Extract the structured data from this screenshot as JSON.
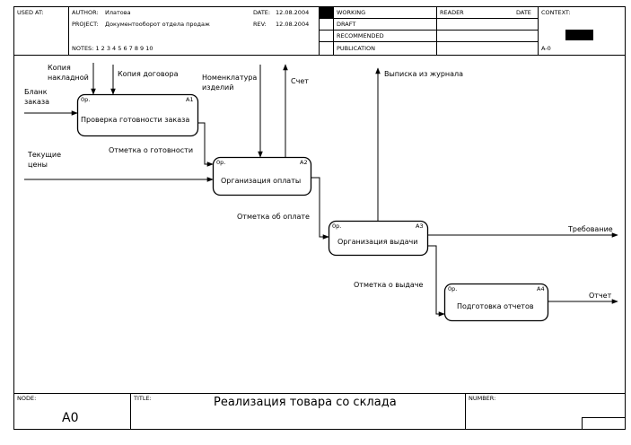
{
  "header": {
    "used_at_label": "USED AT:",
    "author_label": "AUTHOR:",
    "author_value": "Илатова",
    "project_label": "PROJECT:",
    "project_value": "Документооборот отдела продаж",
    "date_label": "DATE:",
    "date_value": "12.08.2004",
    "rev_label": "REV:",
    "rev_value": "12.08.2004",
    "notes": "NOTES: 1  2  3  4  5  6  7  8  9  10",
    "status": [
      "WORKING",
      "DRAFT",
      "RECOMMENDED",
      "PUBLICATION"
    ],
    "reader_label": "READER",
    "reader_date_label": "DATE",
    "context_label": "CONTEXT:",
    "context_node": "A-0"
  },
  "boxes": [
    {
      "name": "Проверка готовности заказа",
      "number": "A1",
      "cost": "0р."
    },
    {
      "name": "Организация оплаты",
      "number": "A2",
      "cost": "0р."
    },
    {
      "name": "Организация выдачи",
      "number": "A3",
      "cost": "0р."
    },
    {
      "name": "Подготовка отчетов",
      "number": "A4",
      "cost": "0р."
    }
  ],
  "arrows": {
    "blank_zakaza": "Бланк\nзаказа",
    "kopiya_nakladnoy": "Копия\nнакладной",
    "kopiya_dogovora": "Копия договора",
    "nomenklatura": "Номенклатура\nизделий",
    "schet": "Счет",
    "vypiska": "Выписка из журнала",
    "tekushchie_tseny": "Текущие\nцены",
    "otmetka_gotovnosti": "Отметка о готовности",
    "otmetka_oplate": "Отметка об оплате",
    "otmetka_vydache": "Отметка о выдаче",
    "trebovanie": "Требование",
    "otchet": "Отчет"
  },
  "footer": {
    "node_label": "NODE:",
    "node_value": "A0",
    "title_label": "TITLE:",
    "title_value": "Реализация товара со склада",
    "number_label": "NUMBER:"
  }
}
